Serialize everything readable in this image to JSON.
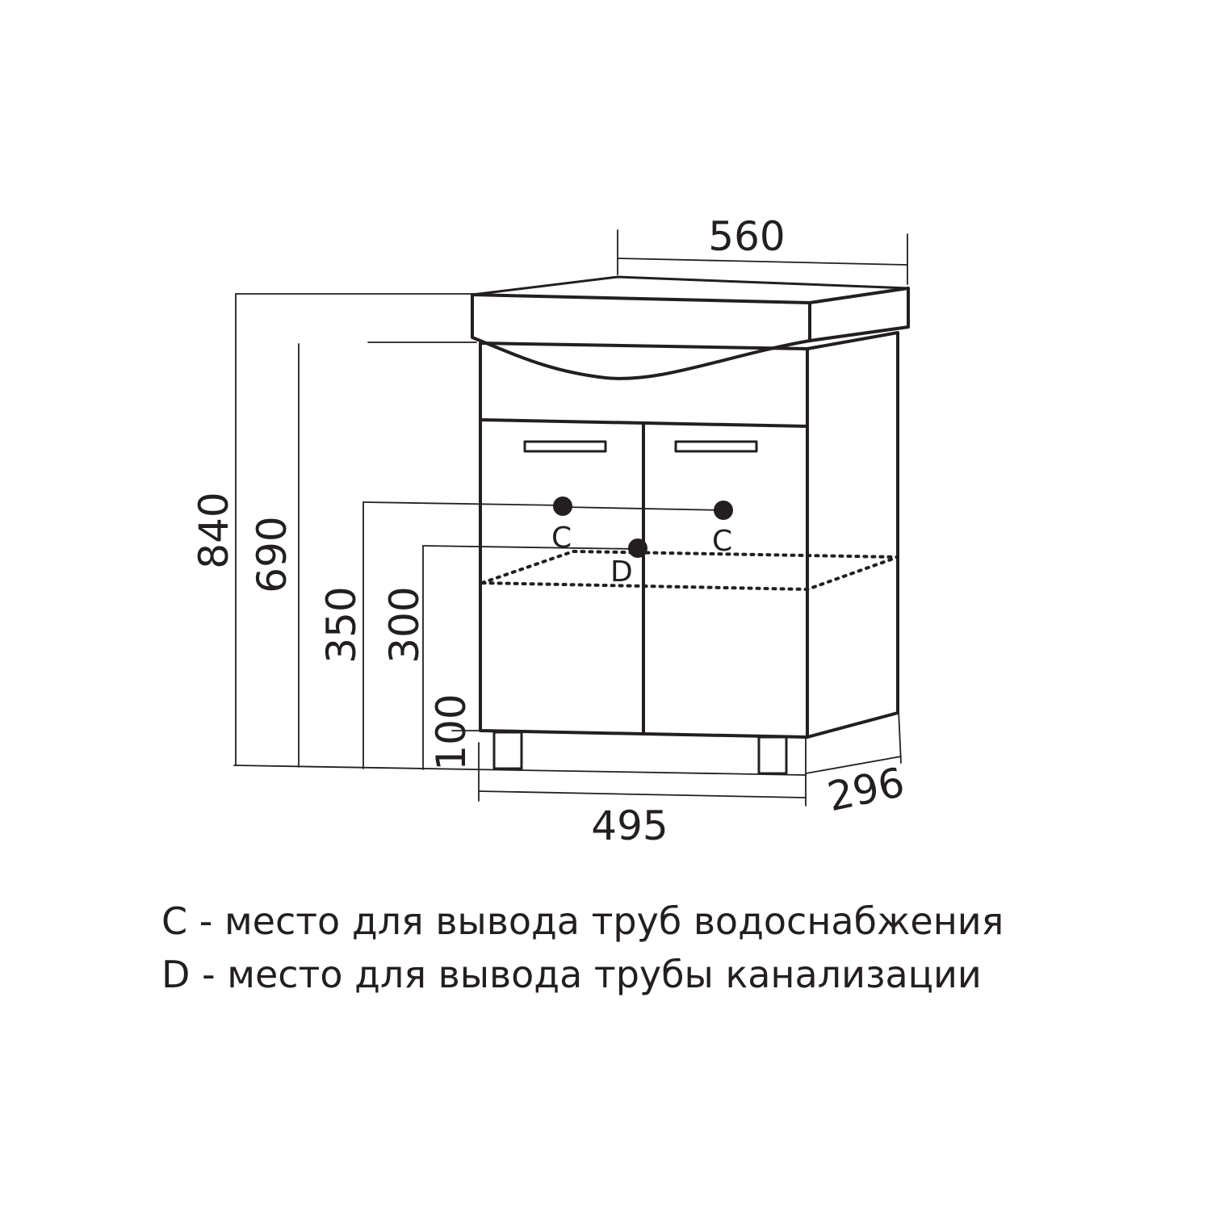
{
  "dimensions": {
    "width_top": "560",
    "width_bottom": "495",
    "depth": "296",
    "height_total": "840",
    "height_basin": "690",
    "height_supply": "350",
    "height_drain": "300",
    "height_legs": "100"
  },
  "markers": {
    "supply_left": "C",
    "supply_right": "C",
    "drain": "D"
  },
  "legend": {
    "line_c": "C - место для вывода труб водоснабжения",
    "line_d": "D - место для вывода трубы канализации"
  },
  "colors": {
    "ink": "#231f20",
    "background": "#ffffff"
  }
}
